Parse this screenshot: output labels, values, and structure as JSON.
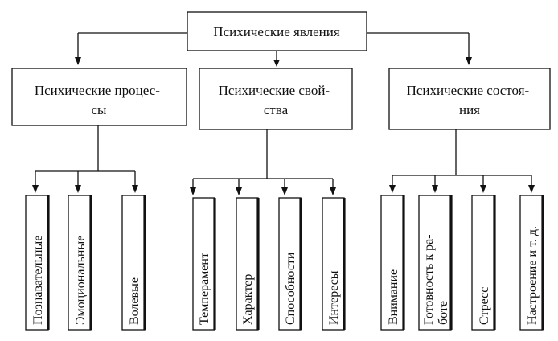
{
  "root": {
    "label": "Психические явления"
  },
  "groups": [
    {
      "lines": [
        "Психические процес-",
        "сы"
      ],
      "children": [
        {
          "lines": [
            "Познавательные"
          ]
        },
        {
          "lines": [
            "Эмоциональные"
          ]
        },
        {
          "lines": [
            "Волевые"
          ]
        }
      ]
    },
    {
      "lines": [
        "Психические свой-",
        "ства"
      ],
      "children": [
        {
          "lines": [
            "Темперамент"
          ]
        },
        {
          "lines": [
            "Характер"
          ]
        },
        {
          "lines": [
            "Способности"
          ]
        },
        {
          "lines": [
            "Интересы"
          ]
        }
      ]
    },
    {
      "lines": [
        "Психические состоя-",
        "ния"
      ],
      "children": [
        {
          "lines": [
            "Внимание"
          ]
        },
        {
          "lines": [
            "Готовность к ра-",
            "боте"
          ]
        },
        {
          "lines": [
            "Стресс"
          ]
        },
        {
          "lines": [
            "Настроение и т. д."
          ]
        }
      ]
    }
  ]
}
